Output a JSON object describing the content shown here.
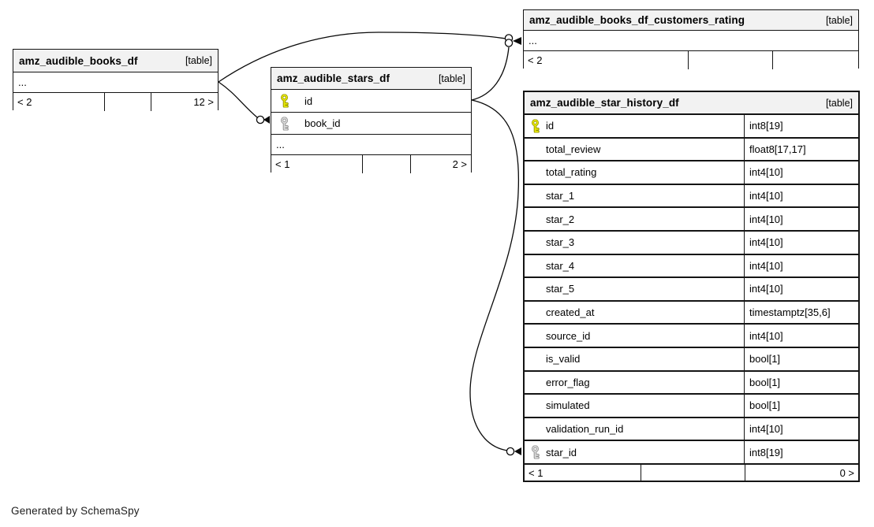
{
  "diagram": {
    "generator_note": "Generated by SchemaSpy",
    "colors": {
      "background": "#ffffff",
      "header_bg": "#f2f2f2",
      "border": "#141414",
      "edge_line": "#0a0a0a",
      "primary_key": "#e8e800",
      "primary_key_outline": "#8e8e00",
      "foreign_key": "#d9d9d9",
      "foreign_key_outline": "#8a8a8a"
    },
    "tables": [
      {
        "id": "amz_audible_books_df",
        "title": "amz_audible_books_df",
        "tag": "[table]",
        "rows": [
          {
            "name": "...",
            "type": "",
            "key": ""
          }
        ],
        "footer": [
          "< 2",
          "",
          "12 >"
        ],
        "emphasized": false
      },
      {
        "id": "amz_audible_stars_df",
        "title": "amz_audible_stars_df",
        "tag": "[table]",
        "rows": [
          {
            "name": "id",
            "type": "",
            "key": "primary"
          },
          {
            "name": "book_id",
            "type": "",
            "key": "foreign"
          },
          {
            "name": "...",
            "type": "",
            "key": ""
          }
        ],
        "footer": [
          "< 1",
          "",
          "2 >"
        ],
        "emphasized": false
      },
      {
        "id": "amz_audible_books_df_customers_rating",
        "title": "amz_audible_books_df_customers_rating",
        "tag": "[table]",
        "rows": [
          {
            "name": "...",
            "type": "",
            "key": ""
          }
        ],
        "footer": [
          "< 2",
          "",
          ""
        ],
        "emphasized": false
      },
      {
        "id": "amz_audible_star_history_df",
        "title": "amz_audible_star_history_df",
        "tag": "[table]",
        "rows": [
          {
            "name": "id",
            "type": "int8[19]",
            "key": "primary"
          },
          {
            "name": "total_review",
            "type": "float8[17,17]",
            "key": ""
          },
          {
            "name": "total_rating",
            "type": "int4[10]",
            "key": ""
          },
          {
            "name": "star_1",
            "type": "int4[10]",
            "key": ""
          },
          {
            "name": "star_2",
            "type": "int4[10]",
            "key": ""
          },
          {
            "name": "star_3",
            "type": "int4[10]",
            "key": ""
          },
          {
            "name": "star_4",
            "type": "int4[10]",
            "key": ""
          },
          {
            "name": "star_5",
            "type": "int4[10]",
            "key": ""
          },
          {
            "name": "created_at",
            "type": "timestamptz[35,6]",
            "key": ""
          },
          {
            "name": "source_id",
            "type": "int4[10]",
            "key": ""
          },
          {
            "name": "is_valid",
            "type": "bool[1]",
            "key": ""
          },
          {
            "name": "error_flag",
            "type": "bool[1]",
            "key": ""
          },
          {
            "name": "simulated",
            "type": "bool[1]",
            "key": ""
          },
          {
            "name": "validation_run_id",
            "type": "int4[10]",
            "key": ""
          },
          {
            "name": "star_id",
            "type": "int8[19]",
            "key": "foreign"
          }
        ],
        "footer": [
          "< 1",
          "",
          "0 >"
        ],
        "emphasized": true
      }
    ],
    "relationships": [
      {
        "from": "amz_audible_books_df",
        "to": "amz_audible_books_df_customers_rating"
      },
      {
        "from": "amz_audible_books_df",
        "to": "amz_audible_stars_df.book_id"
      },
      {
        "from": "amz_audible_stars_df.id",
        "to": "amz_audible_books_df_customers_rating"
      },
      {
        "from": "amz_audible_stars_df.id",
        "to": "amz_audible_star_history_df.star_id"
      }
    ]
  }
}
